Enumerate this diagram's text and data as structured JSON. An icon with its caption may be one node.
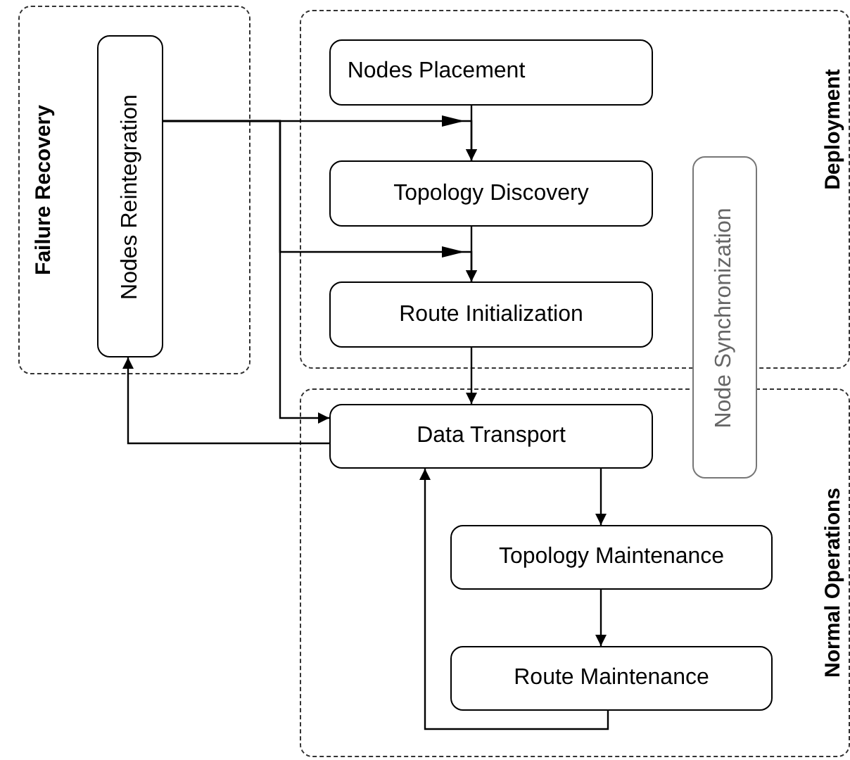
{
  "diagram": {
    "nodes": [
      {
        "text": [
          "Failure Recovery"
        ]
      },
      {
        "text": [
          "Nodes Reintegration"
        ],
        "in": 0
      },
      {
        "text": [
          "Deployment"
        ]
      },
      {
        "text": [
          "Nodes Placement"
        ],
        "in": 2
      },
      {
        "text": [
          "Topology Discovery"
        ],
        "in": 2
      },
      {
        "text": [
          "Route Initialization"
        ],
        "in": 2
      },
      {
        "text": [
          "Normal Operations"
        ]
      },
      {
        "text": [
          "Data Transport"
        ],
        "in": 6
      },
      {
        "text": [
          "Topology Maintenance"
        ],
        "in": 6
      },
      {
        "text": [
          "Route Maintenance"
        ],
        "in": 6
      },
      {
        "text": [
          "Node Synchronization"
        ]
      }
    ],
    "edges": [
      {
        "from": 1,
        "to": 4,
        "arrow": "to"
      },
      {
        "from": 1,
        "to": 5,
        "arrow": "to"
      },
      {
        "from": 1,
        "to": 7,
        "arrow": "to"
      },
      {
        "from": 3,
        "to": 4,
        "arrow": "to"
      },
      {
        "from": 4,
        "to": 5,
        "arrow": "to"
      },
      {
        "from": 5,
        "to": 7,
        "arrow": "to"
      },
      {
        "from": 7,
        "to": 1,
        "arrow": "to"
      },
      {
        "from": 7,
        "to": 8,
        "arrow": "to"
      },
      {
        "from": 8,
        "to": 9,
        "arrow": "to"
      },
      {
        "from": 9,
        "to": 7,
        "arrow": "to"
      }
    ]
  }
}
